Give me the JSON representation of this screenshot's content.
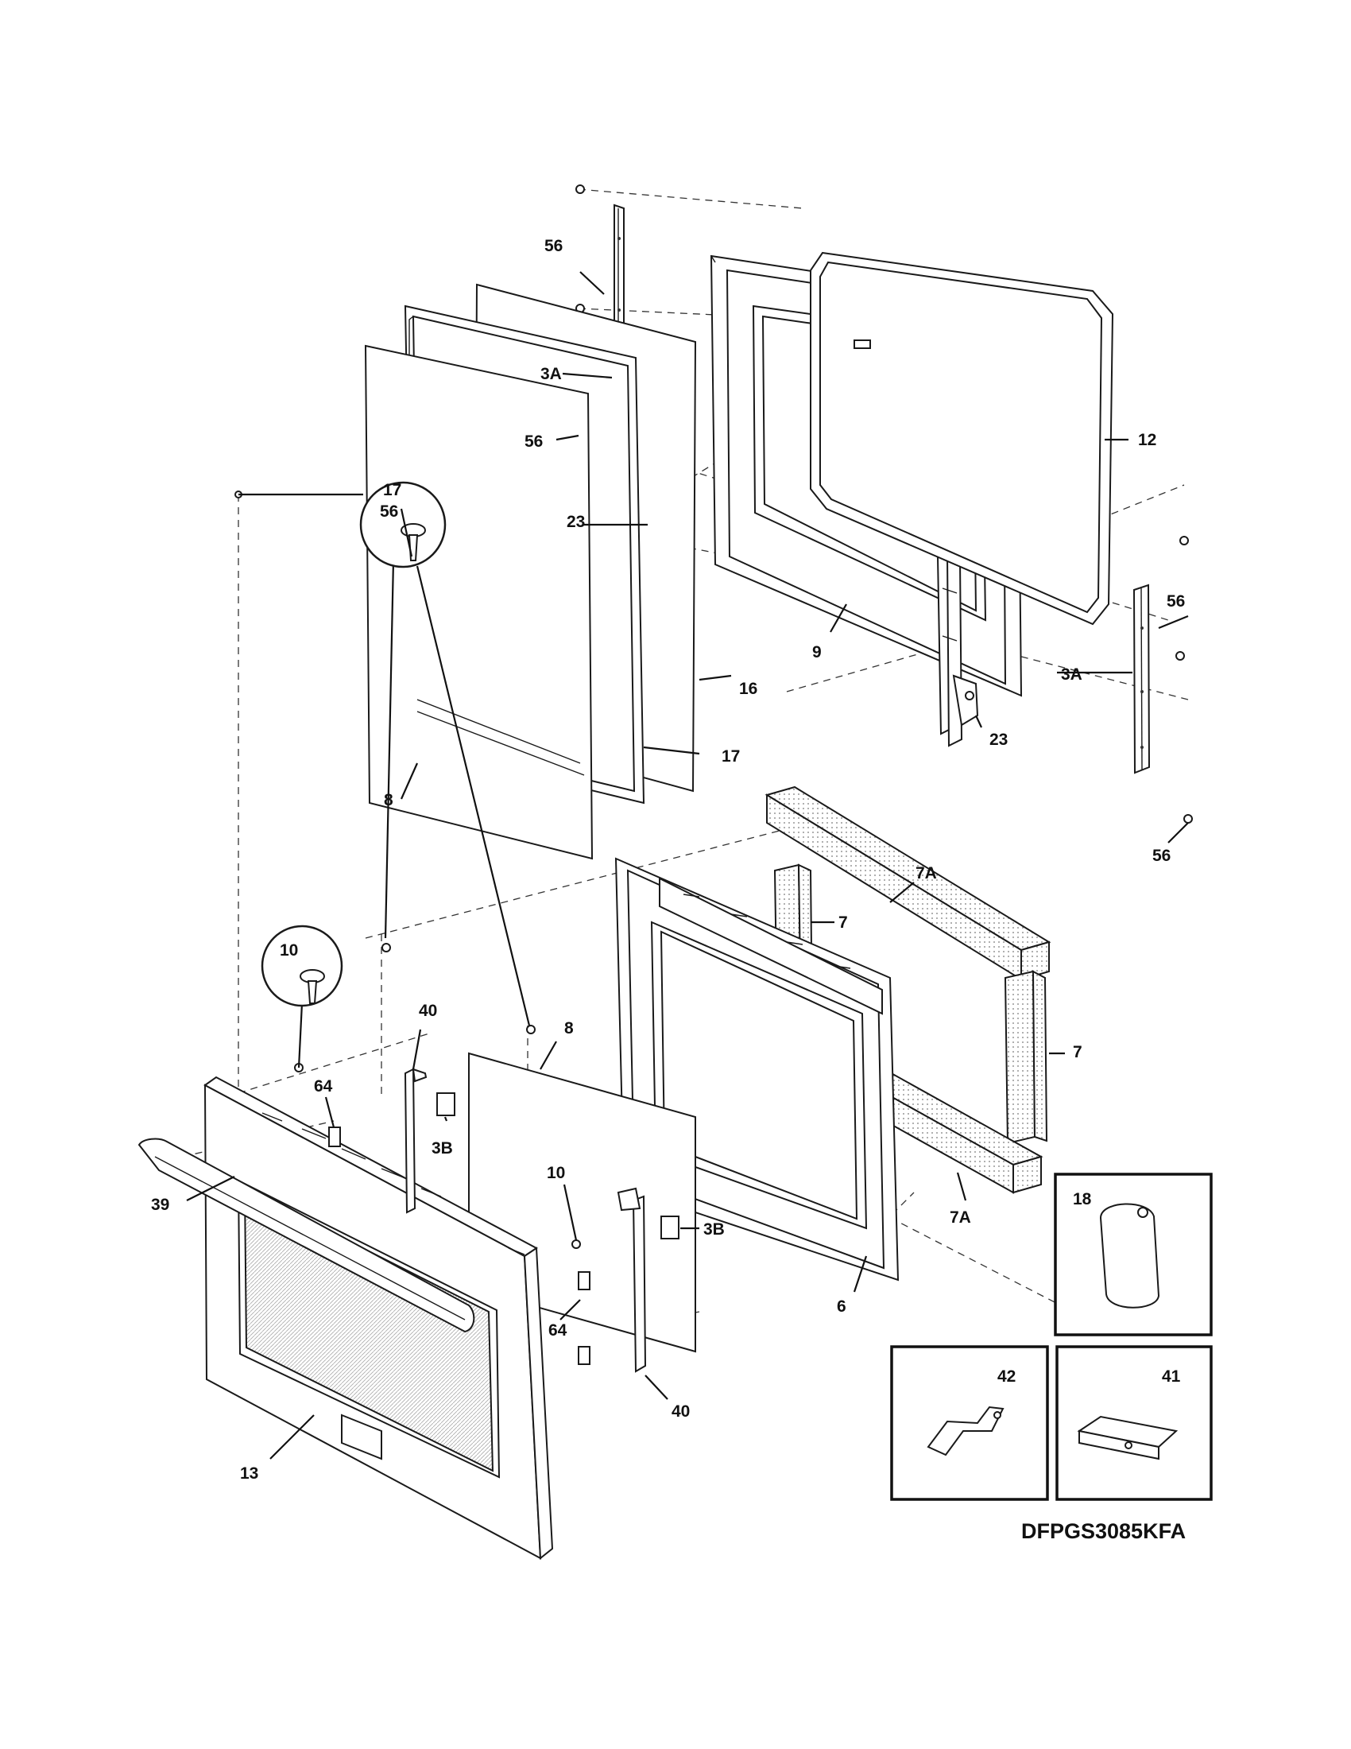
{
  "model_number": "DFPGS3085KFA",
  "part_labels": {
    "p56_a": "56",
    "p3A_left": "3A",
    "p56_b": "56",
    "p12": "12",
    "p17_top": "17",
    "p23_left": "23",
    "p56_right": "56",
    "p9": "9",
    "p3A_right": "3A",
    "p16": "16",
    "p23_right": "23",
    "p17_bottom": "17",
    "p8_top": "8",
    "p56_bottom_right": "56",
    "p7A_top": "7A",
    "p56_circle": "56",
    "p7_left": "7",
    "p10_circle": "10",
    "p40_left": "40",
    "p8_mid": "8",
    "p7_right": "7",
    "p64_top": "64",
    "p3B_left": "3B",
    "p10_small": "10",
    "p39": "39",
    "p3B_right": "3B",
    "p7A_bottom": "7A",
    "p6": "6",
    "p18": "18",
    "p64_bottom": "64",
    "p40_right": "40",
    "p42": "42",
    "p41": "41",
    "p13": "13"
  }
}
